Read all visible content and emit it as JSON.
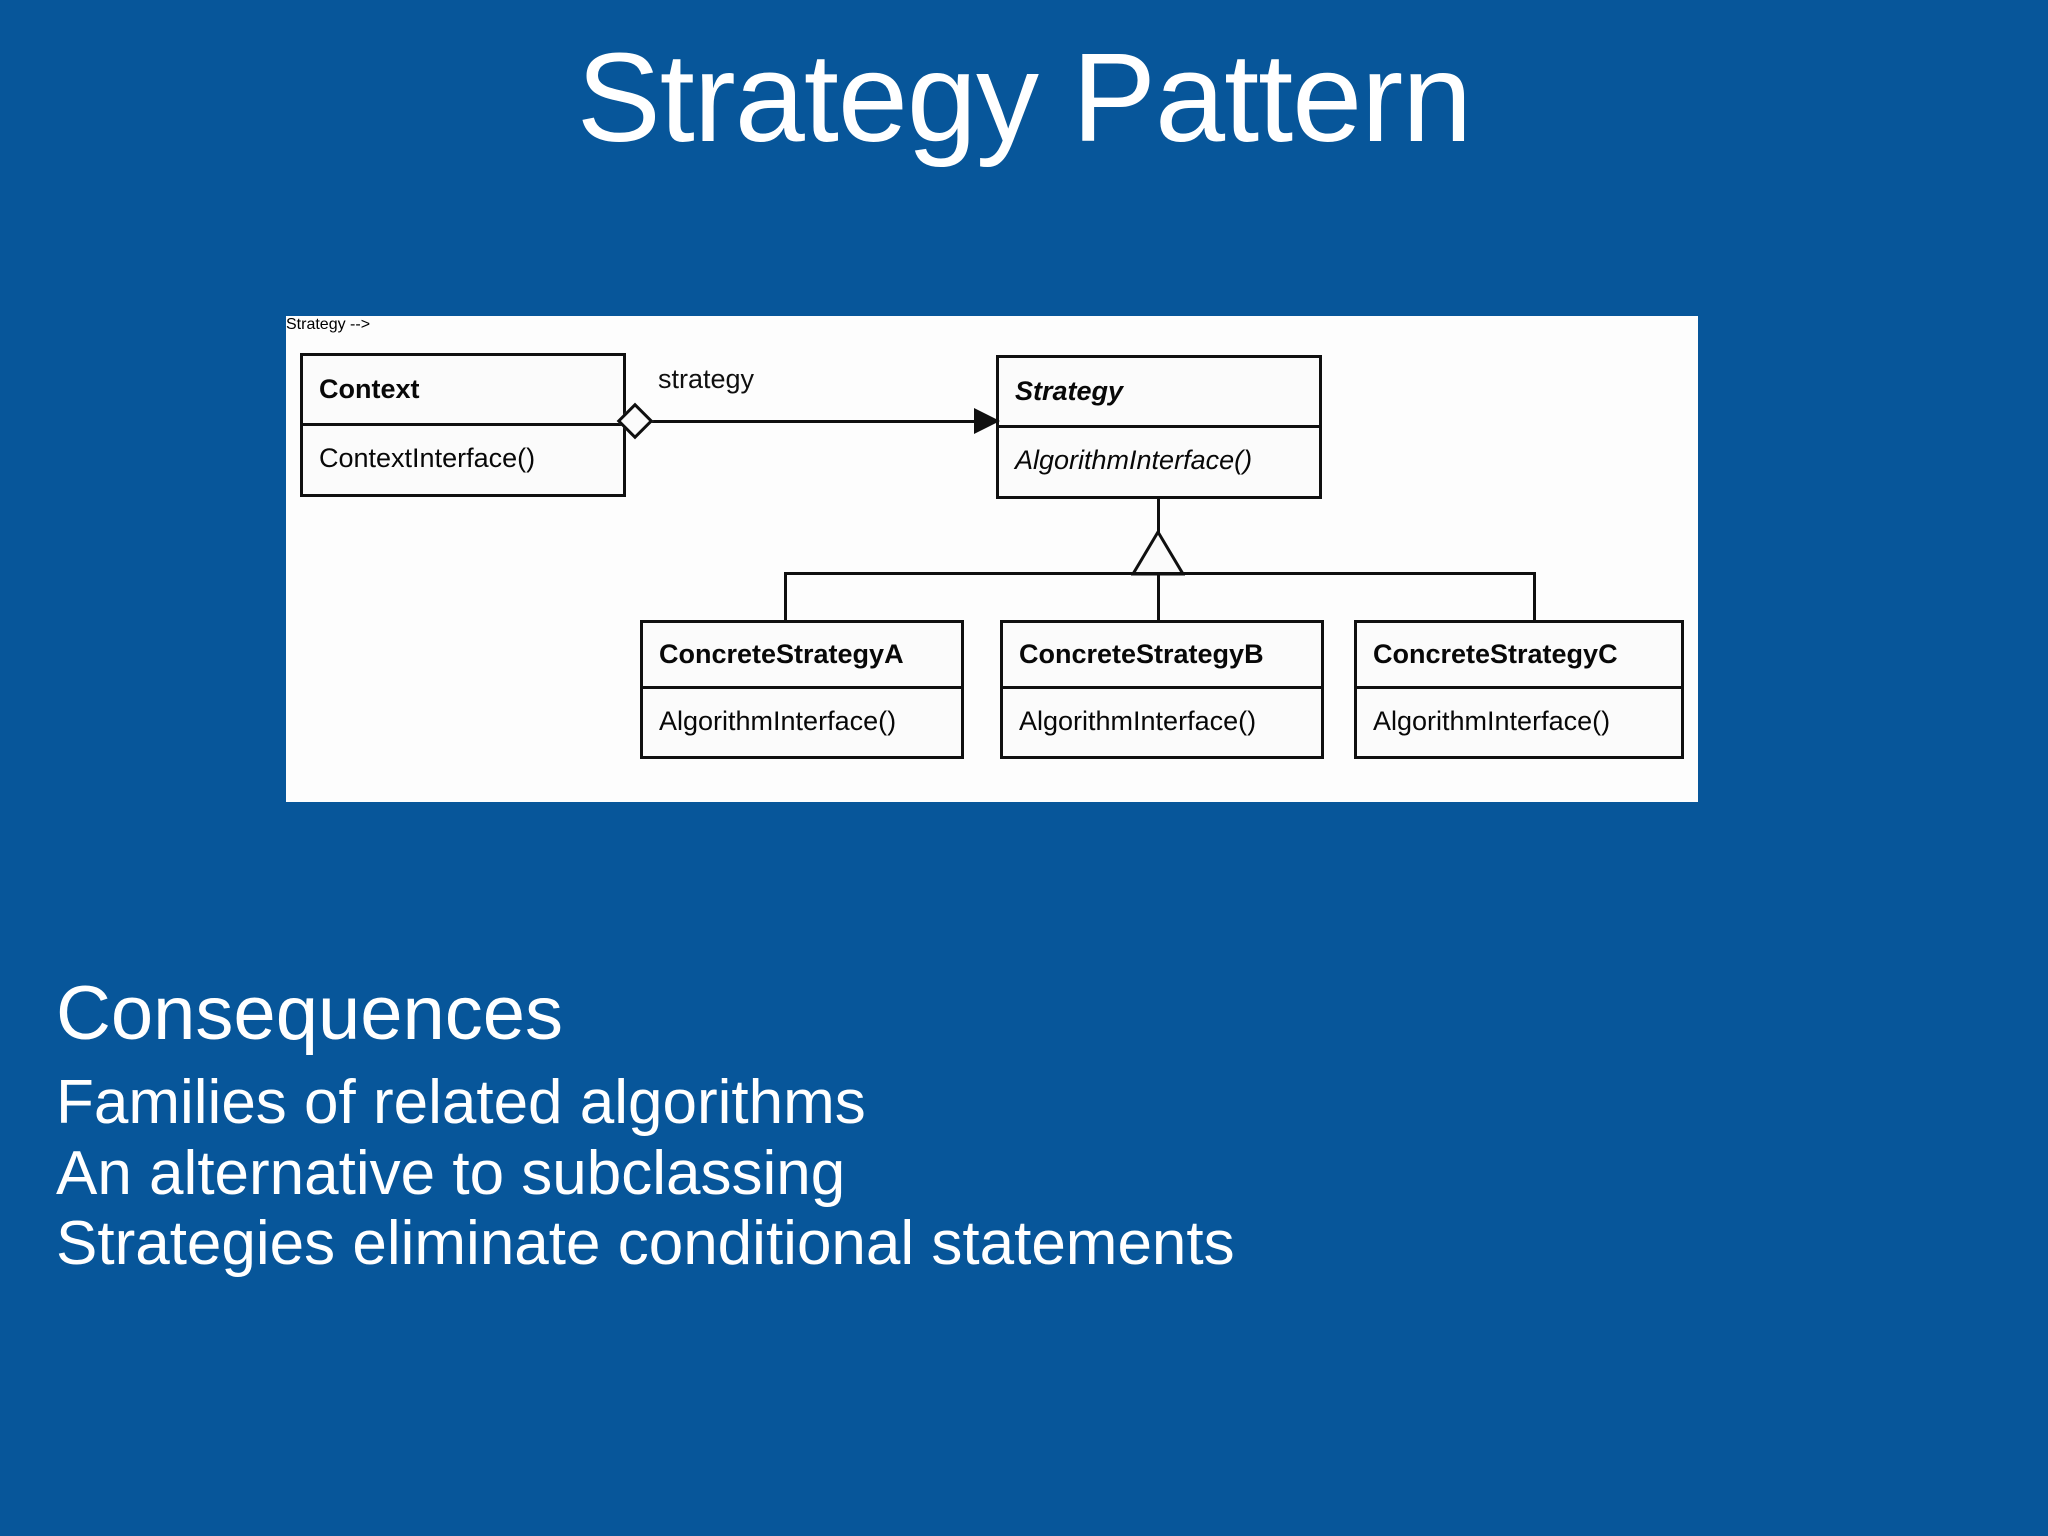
{
  "slide": {
    "title": "Strategy Pattern",
    "background_color": "#07569A",
    "text_color": "#FFFFFF"
  },
  "diagram": {
    "panel_background": "#FDFDFD",
    "stroke_color": "#101010",
    "association_label": "strategy",
    "classes": [
      {
        "name": "Context",
        "operations": "ContextInterface()",
        "abstract": false
      },
      {
        "name": "Strategy",
        "operations": "AlgorithmInterface()",
        "abstract": true
      },
      {
        "name": "ConcreteStrategyA",
        "operations": "AlgorithmInterface()",
        "abstract": false
      },
      {
        "name": "ConcreteStrategyB",
        "operations": "AlgorithmInterface()",
        "abstract": false
      },
      {
        "name": "ConcreteStrategyC",
        "operations": "AlgorithmInterface()",
        "abstract": false
      }
    ]
  },
  "content": {
    "heading": "Consequences",
    "lines": [
      "Families of related algorithms",
      "An alternative to subclassing",
      "Strategies eliminate conditional statements"
    ]
  }
}
